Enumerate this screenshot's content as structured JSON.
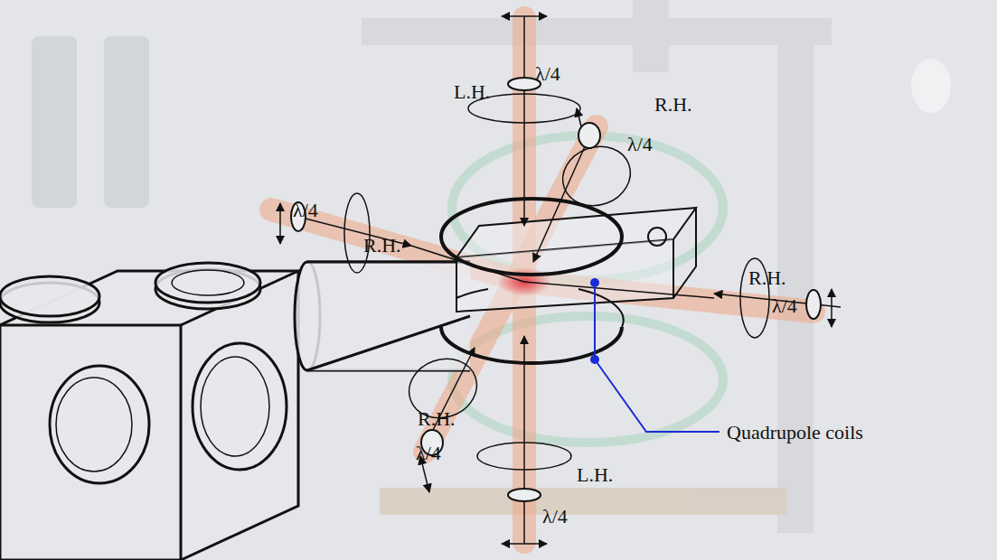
{
  "diagram": {
    "labels": [
      "λ/4",
      "L.H.",
      "R.H.",
      "λ/4",
      "λ/4",
      "R.H.",
      "R.H.",
      "λ/4",
      "R.H.",
      "Quadrupole coils",
      "λ/4",
      "L.H.",
      "λ/4"
    ]
  }
}
